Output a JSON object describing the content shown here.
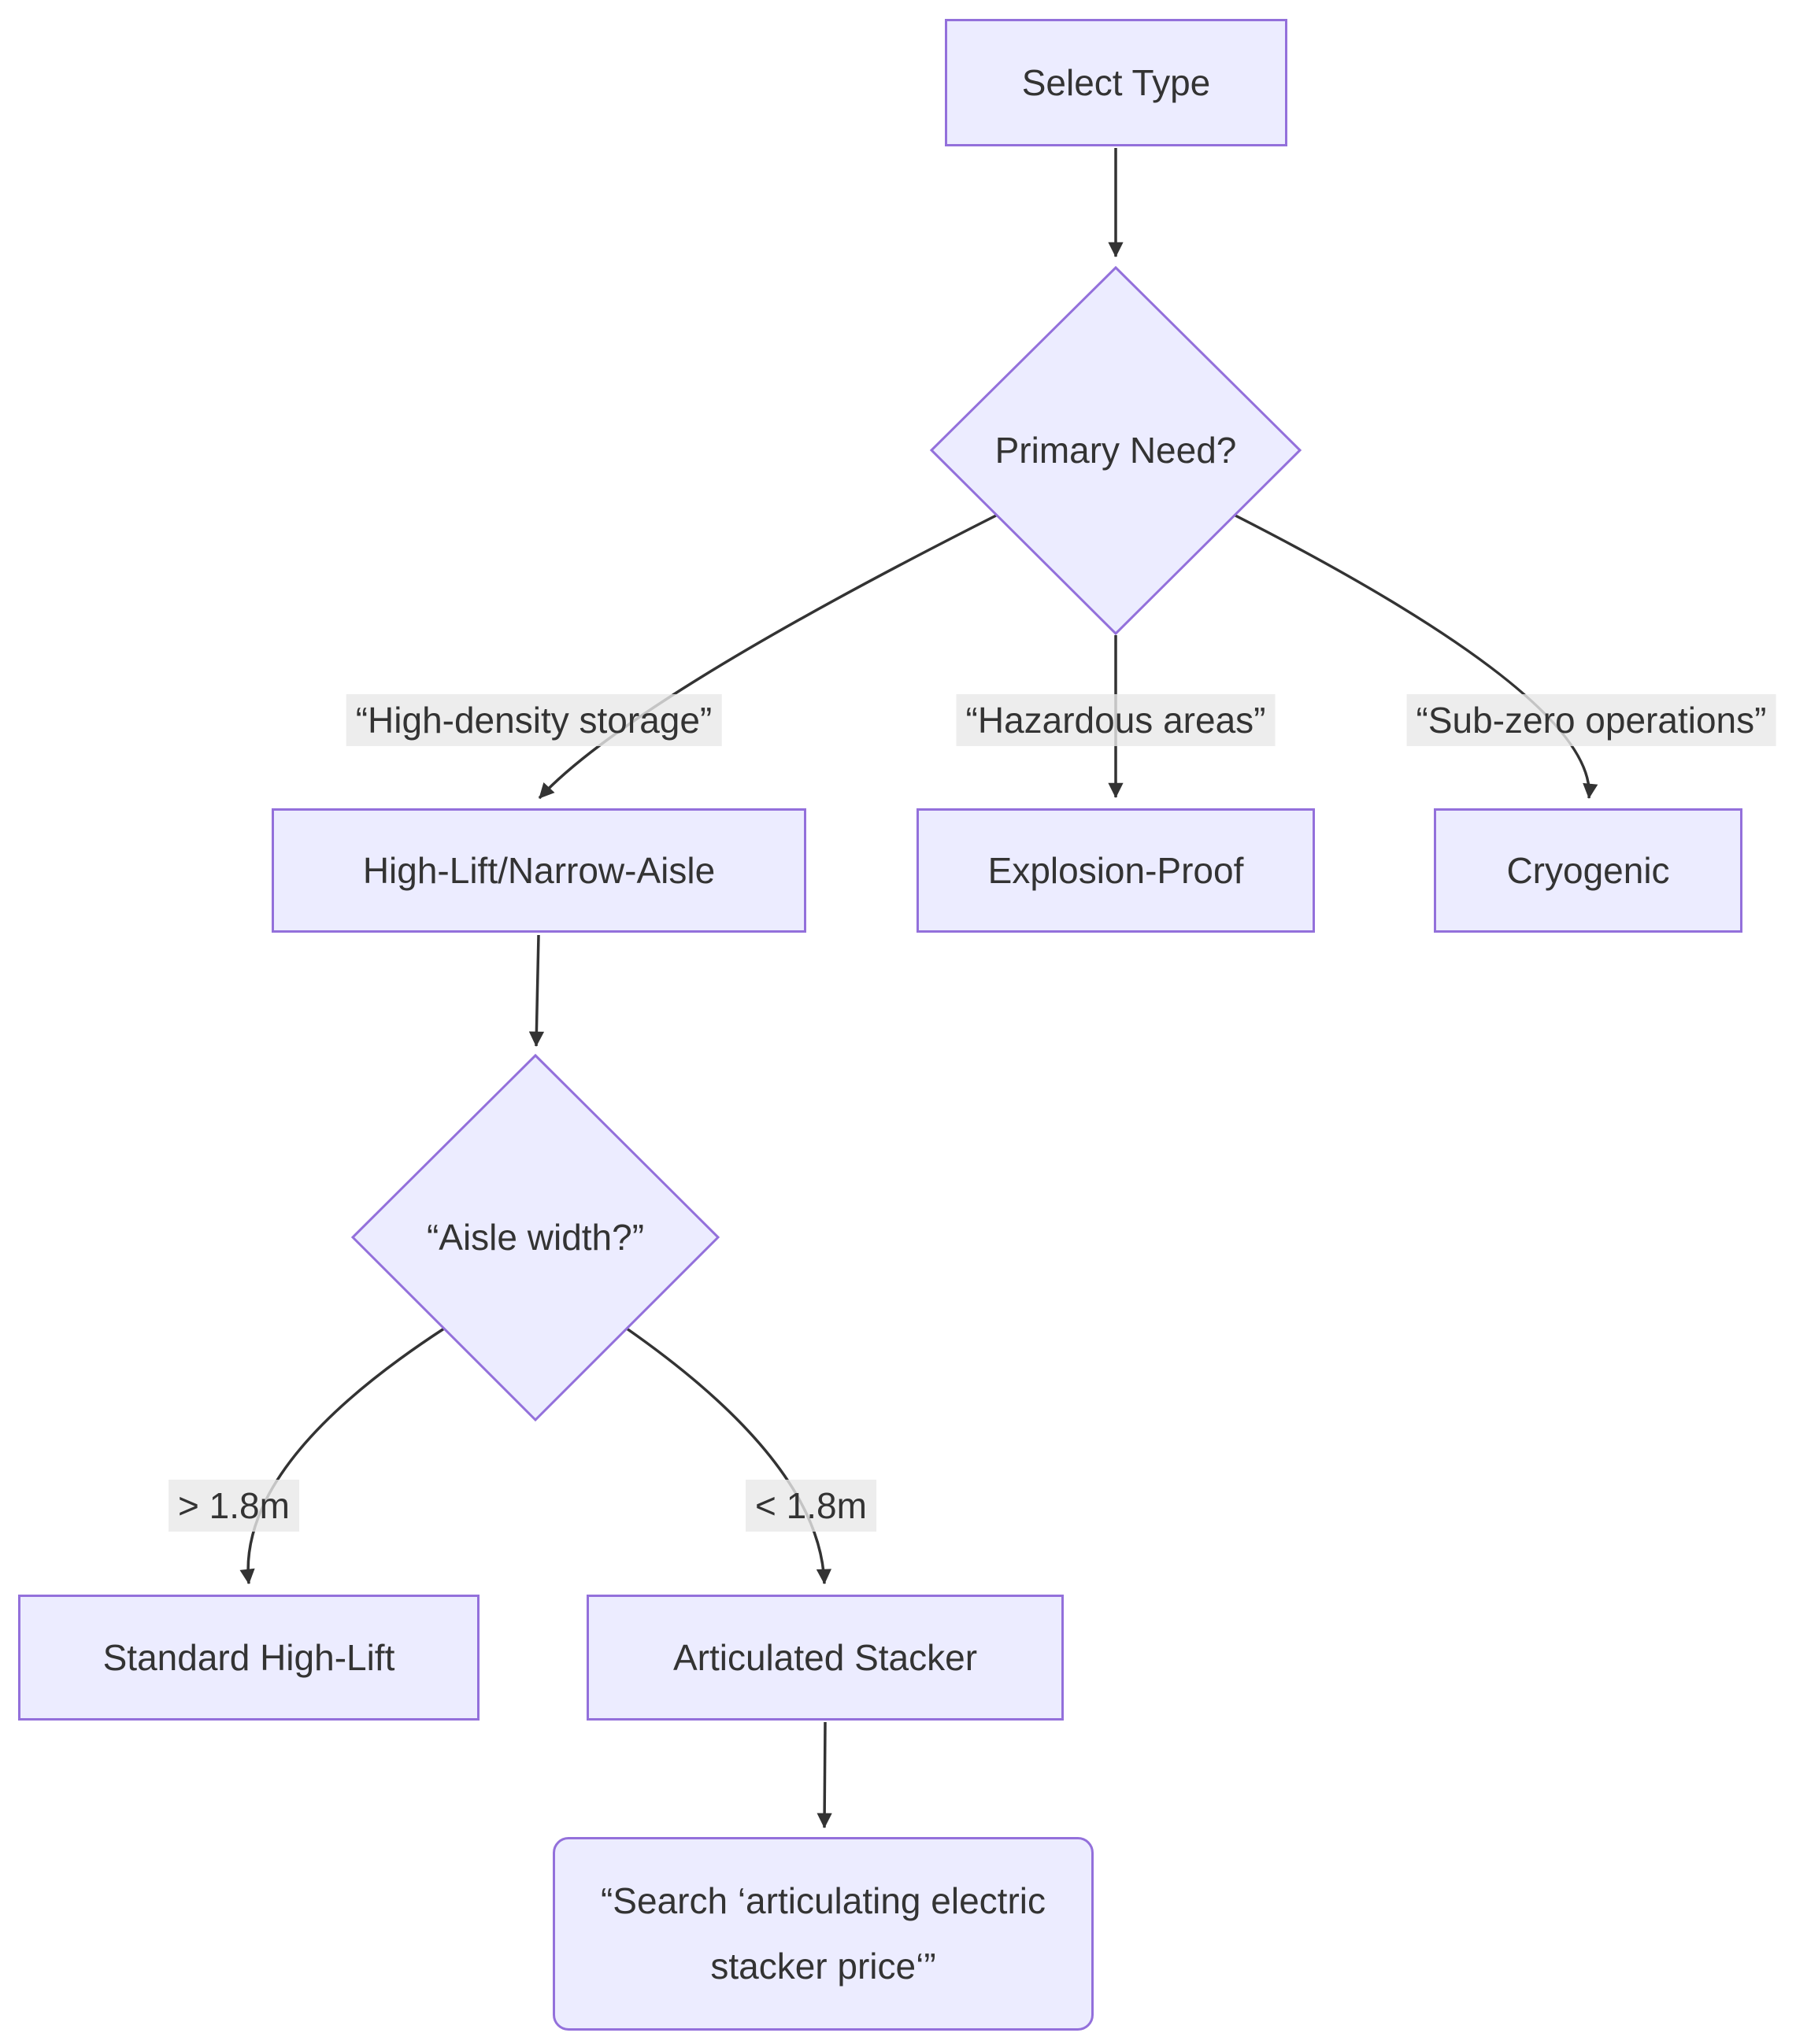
{
  "palette": {
    "node_fill": "#ECECFF",
    "node_border": "#9370DB",
    "edge_color": "#333333",
    "edge_label_background": "#e8e8e8",
    "text_color": "#333333",
    "background": "#ffffff"
  },
  "nodes": {
    "select_type": {
      "label": "Select Type",
      "shape": "rect"
    },
    "primary_need": {
      "label": "Primary Need?",
      "shape": "diamond"
    },
    "high_lift_narrow_aisle": {
      "label": "High-Lift/Narrow-Aisle",
      "shape": "rect"
    },
    "explosion_proof": {
      "label": "Explosion-Proof",
      "shape": "rect"
    },
    "cryogenic": {
      "label": "Cryogenic",
      "shape": "rect"
    },
    "aisle_width": {
      "label": "“Aisle width?”",
      "shape": "diamond"
    },
    "standard_high_lift": {
      "label": "Standard High-Lift",
      "shape": "rect"
    },
    "articulated_stacker": {
      "label": "Articulated Stacker",
      "shape": "rect"
    },
    "search_action": {
      "label": "“Search ‘articulating electric stacker price‘”",
      "shape": "rounded-rect"
    }
  },
  "edges": [
    {
      "from": "select_type",
      "to": "primary_need",
      "label": ""
    },
    {
      "from": "primary_need",
      "to": "high_lift_narrow_aisle",
      "label": "“High-density storage”"
    },
    {
      "from": "primary_need",
      "to": "explosion_proof",
      "label": "“Hazardous areas”"
    },
    {
      "from": "primary_need",
      "to": "cryogenic",
      "label": "“Sub-zero operations”"
    },
    {
      "from": "high_lift_narrow_aisle",
      "to": "aisle_width",
      "label": ""
    },
    {
      "from": "aisle_width",
      "to": "standard_high_lift",
      "label": "> 1.8m"
    },
    {
      "from": "aisle_width",
      "to": "articulated_stacker",
      "label": "< 1.8m"
    },
    {
      "from": "articulated_stacker",
      "to": "search_action",
      "label": ""
    }
  ]
}
